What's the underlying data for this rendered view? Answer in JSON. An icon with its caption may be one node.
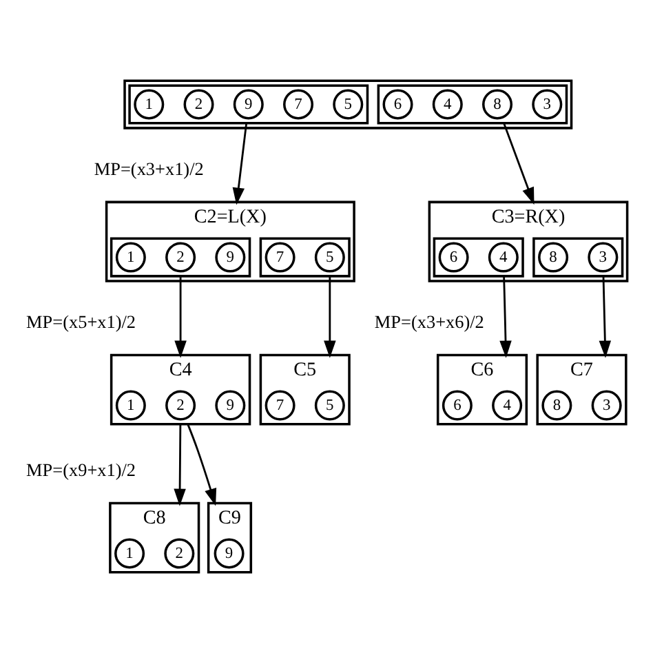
{
  "diagram": {
    "nodes": [
      {
        "text": [],
        "shape": "box"
      },
      {
        "text": [],
        "shape": "box",
        "in": 0
      },
      {
        "text": [
          "1"
        ],
        "in": 1
      },
      {
        "text": [
          "2"
        ],
        "in": 1
      },
      {
        "text": [
          "9"
        ],
        "in": 1
      },
      {
        "text": [
          "7"
        ],
        "in": 1
      },
      {
        "text": [
          "5"
        ],
        "in": 1
      },
      {
        "text": [],
        "shape": "box",
        "in": 0
      },
      {
        "text": [
          "6"
        ],
        "in": 7
      },
      {
        "text": [
          "4"
        ],
        "in": 7
      },
      {
        "text": [
          "8"
        ],
        "in": 7
      },
      {
        "text": [
          "3"
        ],
        "in": 7
      },
      {
        "text": [
          "C2=L(X)"
        ]
      },
      {
        "text": [],
        "shape": "box",
        "in": 12
      },
      {
        "text": [
          "1"
        ],
        "in": 13
      },
      {
        "text": [
          "2"
        ],
        "in": 13
      },
      {
        "text": [
          "9"
        ],
        "in": 13
      },
      {
        "text": [],
        "shape": "box",
        "in": 12
      },
      {
        "text": [
          "7"
        ],
        "in": 17
      },
      {
        "text": [
          "5"
        ],
        "in": 17
      },
      {
        "text": [
          "C3=R(X)"
        ]
      },
      {
        "text": [],
        "shape": "box",
        "in": 20
      },
      {
        "text": [
          "6"
        ],
        "in": 21
      },
      {
        "text": [
          "4"
        ],
        "in": 21
      },
      {
        "text": [],
        "shape": "box",
        "in": 20
      },
      {
        "text": [
          "8"
        ],
        "in": 24
      },
      {
        "text": [
          "3"
        ],
        "in": 24
      },
      {
        "text": [
          "C4"
        ]
      },
      {
        "text": [
          "1"
        ],
        "in": 27
      },
      {
        "text": [
          "2"
        ],
        "in": 27
      },
      {
        "text": [
          "9"
        ],
        "in": 27
      },
      {
        "text": [
          "C5"
        ]
      },
      {
        "text": [
          "7"
        ],
        "in": 31
      },
      {
        "text": [
          "5"
        ],
        "in": 31
      },
      {
        "text": [
          "C6"
        ]
      },
      {
        "text": [
          "6"
        ],
        "in": 34
      },
      {
        "text": [
          "4"
        ],
        "in": 34
      },
      {
        "text": [
          "C7"
        ]
      },
      {
        "text": [
          "8"
        ],
        "in": 37
      },
      {
        "text": [
          "3"
        ],
        "in": 37
      },
      {
        "text": [
          "C8"
        ]
      },
      {
        "text": [
          "1"
        ],
        "in": 40
      },
      {
        "text": [
          "2"
        ],
        "in": 40
      },
      {
        "text": [
          "C9"
        ]
      },
      {
        "text": [
          "9"
        ],
        "in": 43
      }
    ],
    "edges": [
      {
        "from": 1,
        "to": 12,
        "arrow": "to"
      },
      {
        "from": 7,
        "to": 20,
        "arrow": "to"
      },
      {
        "from": 13,
        "to": 27,
        "arrow": "to"
      },
      {
        "from": 17,
        "to": 31,
        "arrow": "to"
      },
      {
        "from": 21,
        "to": 34,
        "arrow": "to"
      },
      {
        "from": 24,
        "to": 37,
        "arrow": "to"
      },
      {
        "from": 27,
        "to": 40,
        "arrow": "to"
      },
      {
        "from": 27,
        "to": 43,
        "arrow": "to"
      }
    ],
    "labels": [
      "MP=(x3+x1)/2",
      "MP=(x5+x1)/2",
      "MP=(x3+x6)/2",
      "MP=(x9+x1)/2"
    ]
  }
}
